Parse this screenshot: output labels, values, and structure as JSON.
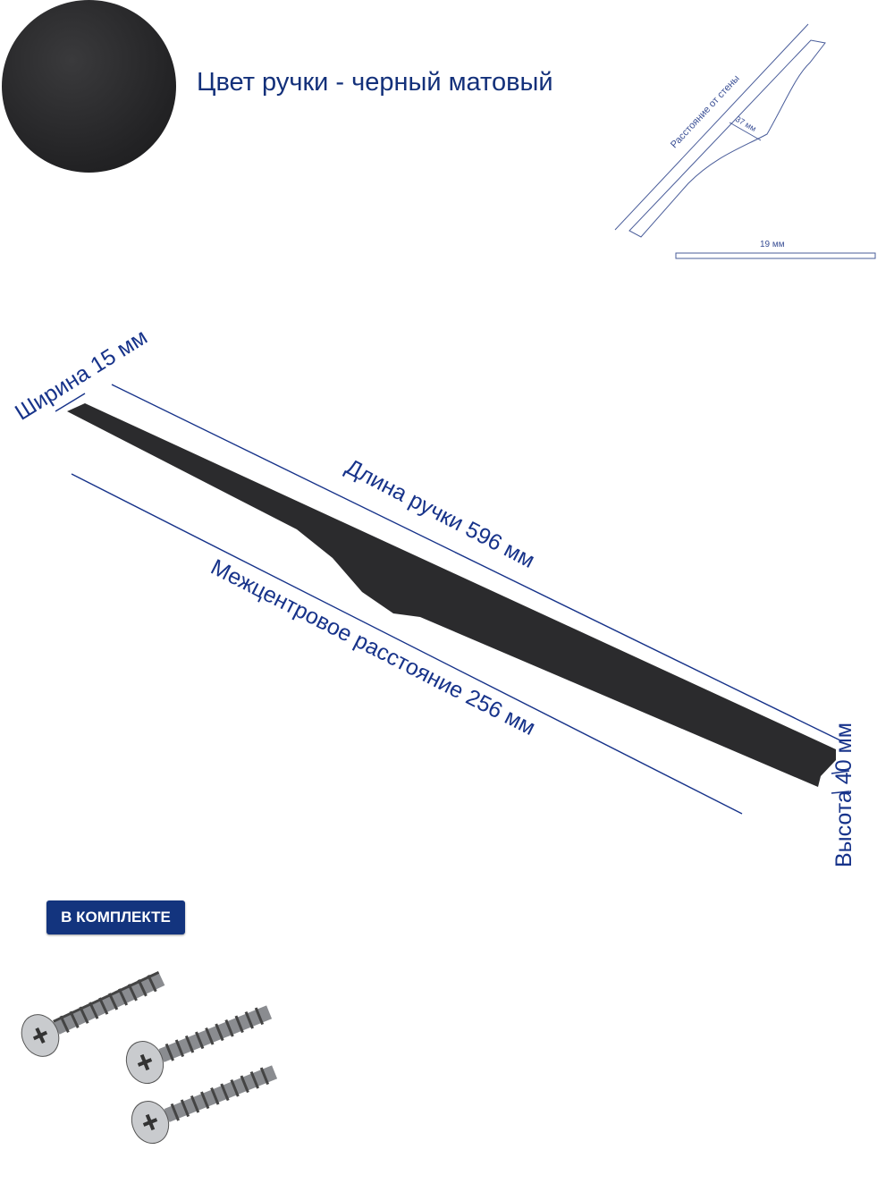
{
  "color": {
    "label": "Цвет ручки - черный матовый",
    "swatch": "#232325"
  },
  "mini_diagram": {
    "wall_distance": "Расстояние от стены",
    "depth": "37 мм",
    "thickness": "19 мм"
  },
  "dimensions": {
    "width": "Ширина 15 мм",
    "length": "Длина ручки 596 мм",
    "center_distance": "Межцентровое расстояние 256 мм",
    "height": "Высота 40 мм"
  },
  "kit": {
    "label": "В КОМПЛЕКТЕ"
  },
  "colors": {
    "accent": "#13347e",
    "line": "#17338a"
  }
}
